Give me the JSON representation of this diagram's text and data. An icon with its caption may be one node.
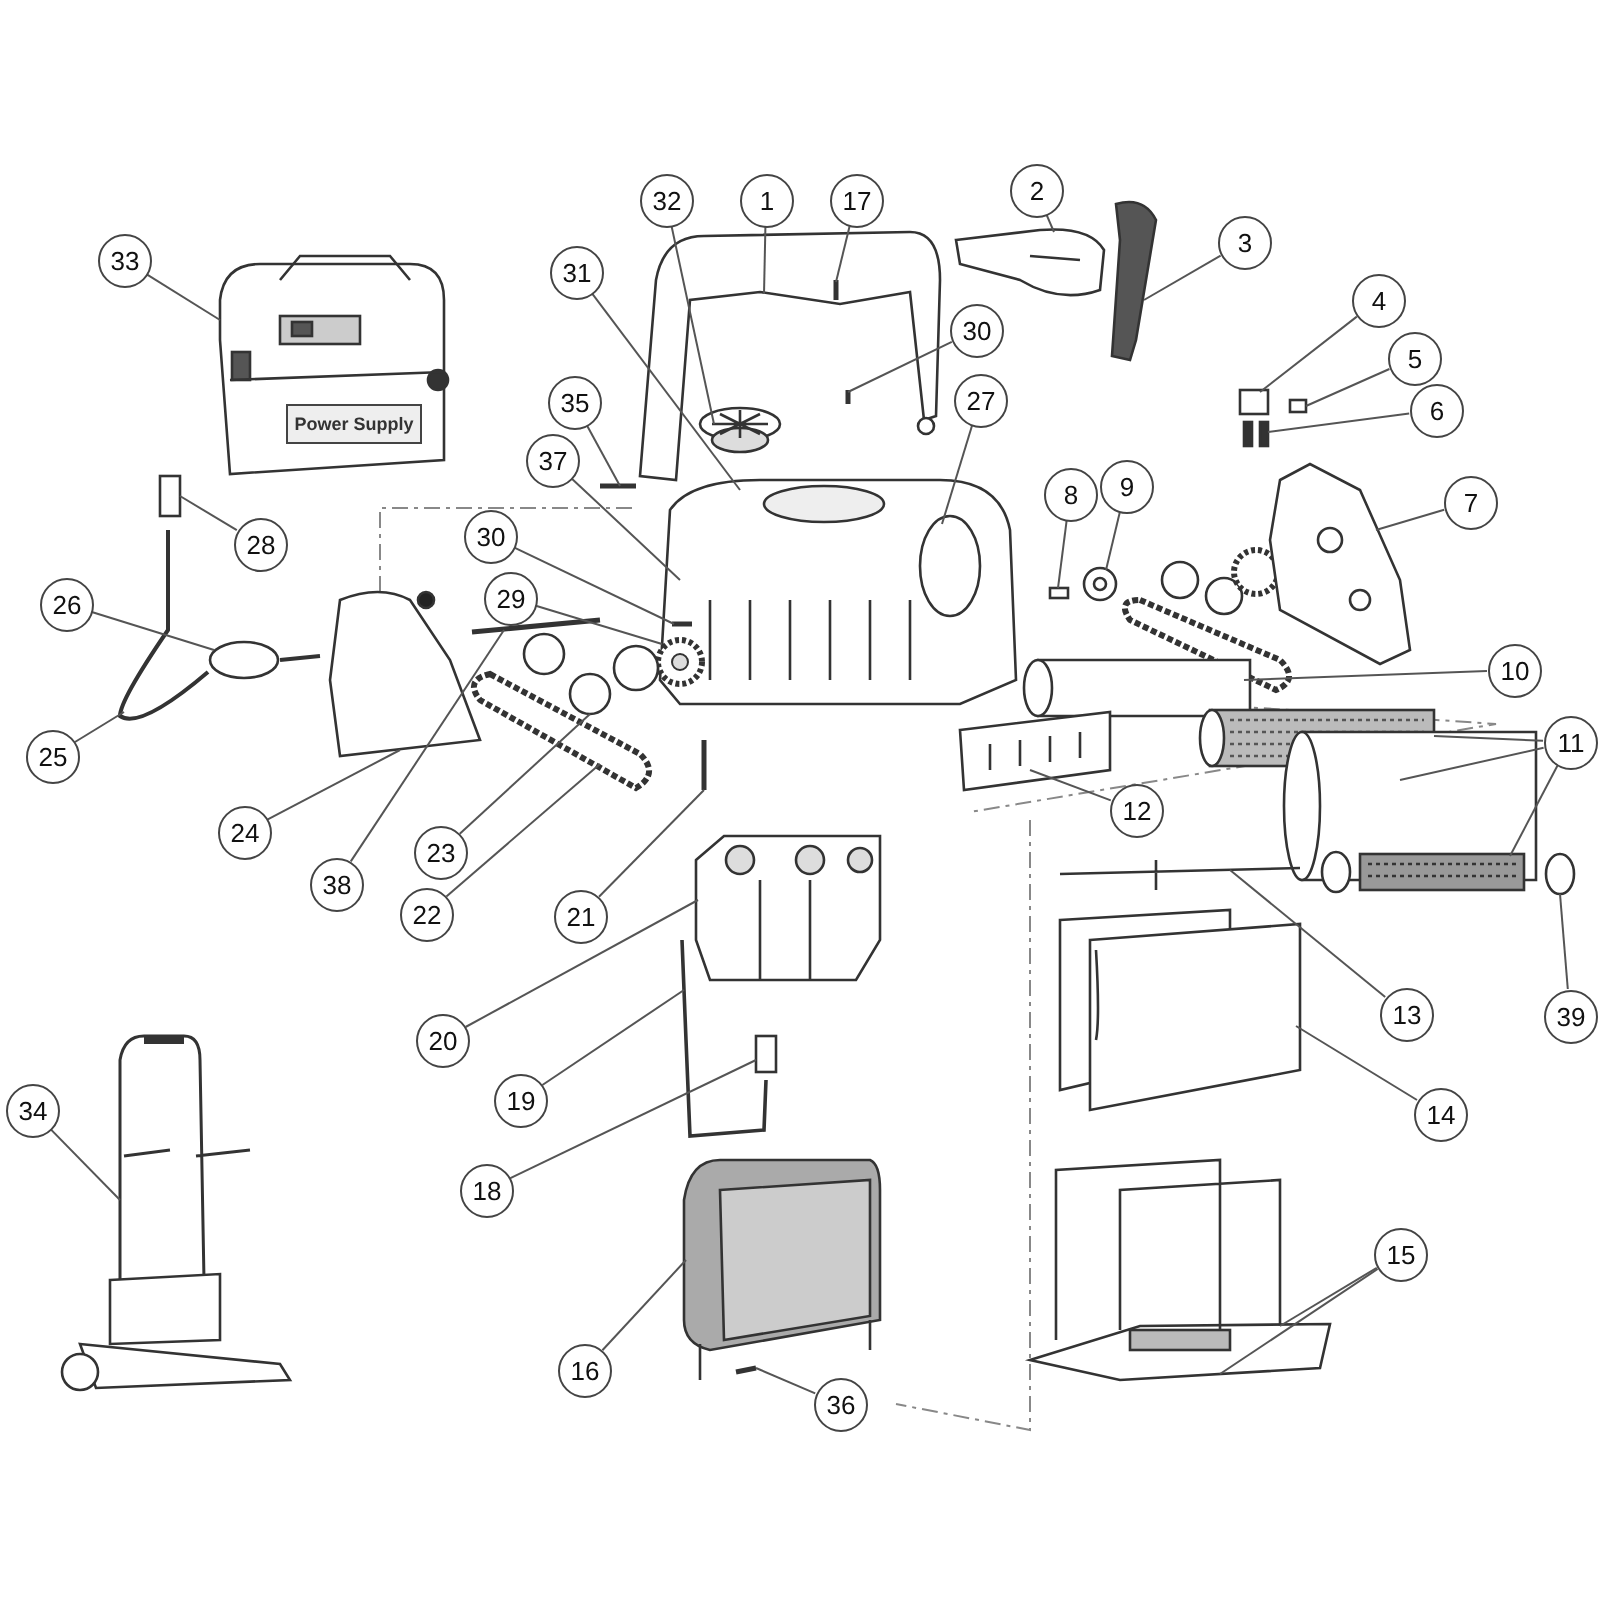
{
  "diagram": {
    "nodes": [
      {
        "text": [
          "32"
        ]
      },
      {
        "text": [
          "1"
        ]
      },
      {
        "text": [
          "17"
        ]
      },
      {
        "text": [
          "2"
        ]
      },
      {
        "text": [
          "3"
        ]
      },
      {
        "text": [
          "33"
        ]
      },
      {
        "text": [
          "30"
        ]
      },
      {
        "text": [
          "31"
        ]
      },
      {
        "text": [
          "4"
        ]
      },
      {
        "text": [
          "5"
        ]
      },
      {
        "text": [
          "35"
        ]
      },
      {
        "text": [
          "6"
        ]
      },
      {
        "text": [
          "37"
        ]
      },
      {
        "text": [
          "27"
        ]
      },
      {
        "text": [
          "8"
        ]
      },
      {
        "text": [
          "9"
        ]
      },
      {
        "text": [
          "7"
        ]
      },
      {
        "text": [
          "30"
        ]
      },
      {
        "text": [
          "28"
        ]
      },
      {
        "text": [
          "29"
        ]
      },
      {
        "text": [
          "26"
        ]
      },
      {
        "text": [
          "10"
        ]
      },
      {
        "text": [
          "11"
        ]
      },
      {
        "text": [
          "25"
        ]
      },
      {
        "text": [
          "12"
        ]
      },
      {
        "text": [
          "24"
        ]
      },
      {
        "text": [
          "38"
        ]
      },
      {
        "text": [
          "23"
        ]
      },
      {
        "text": [
          "22"
        ]
      },
      {
        "text": [
          "21"
        ]
      },
      {
        "text": [
          "39"
        ]
      },
      {
        "text": [
          "13"
        ]
      },
      {
        "text": [
          "20"
        ]
      },
      {
        "text": [
          "19"
        ]
      },
      {
        "text": [
          "14"
        ]
      },
      {
        "text": [
          "34"
        ]
      },
      {
        "text": [
          "18"
        ]
      },
      {
        "text": [
          "15"
        ]
      },
      {
        "text": [
          "16"
        ]
      },
      {
        "text": [
          "36"
        ]
      },
      {
        "text": [],
        "shape": "picture"
      },
      {
        "text": [],
        "shape": "picture"
      },
      {
        "text": [],
        "shape": "bar",
        "in": 41
      },
      {
        "text": [],
        "shape": "picture"
      },
      {
        "text": [],
        "shape": "picture"
      },
      {
        "text": [],
        "shape": "picture"
      },
      {
        "text": [],
        "shape": "bar"
      },
      {
        "text": [],
        "shape": "picture"
      },
      {
        "text": [],
        "shape": "box"
      },
      {
        "text": [],
        "shape": "box"
      },
      {
        "text": [],
        "shape": "bar"
      },
      {
        "text": [],
        "shape": "picture"
      },
      {
        "text": [],
        "shape": "circle",
        "in": 47
      },
      {
        "text": [],
        "shape": "box"
      },
      {
        "text": [],
        "shape": "picture"
      },
      {
        "text": [],
        "shape": "picture"
      },
      {
        "text": [],
        "shape": "bar",
        "in": 47
      },
      {
        "text": [],
        "shape": "picture",
        "in": 47
      },
      {
        "text": [],
        "shape": "box"
      },
      {
        "text": [],
        "shape": "circle",
        "in": 60
      },
      {
        "text": [],
        "shape": "picture"
      },
      {
        "text": [],
        "shape": "cylinder"
      },
      {
        "text": [],
        "shape": "picture"
      },
      {
        "text": [],
        "shape": "cylinder"
      },
      {
        "text": [],
        "shape": "picture"
      },
      {
        "text": [],
        "shape": "picture"
      },
      {
        "text": [],
        "shape": "picture"
      },
      {
        "text": [],
        "shape": "bar"
      },
      {
        "text": [],
        "shape": "picture"
      },
      {
        "text": [],
        "shape": "picture"
      },
      {
        "text": [],
        "shape": "bar"
      },
      {
        "text": [],
        "shape": "circle"
      },
      {
        "text": [],
        "shape": "picture"
      },
      {
        "text": [],
        "shape": "picture"
      },
      {
        "text": [],
        "shape": "picture"
      },
      {
        "text": [],
        "shape": "picture"
      },
      {
        "text": [],
        "shape": "picture"
      },
      {
        "text": [],
        "shape": "box"
      },
      {
        "text": [],
        "shape": "picture"
      },
      {
        "text": [],
        "shape": "picture"
      },
      {
        "text": [],
        "shape": "bar"
      }
    ],
    "edges": [
      {
        "from": 0,
        "to": 40,
        "arrow": "none"
      },
      {
        "from": 1,
        "to": 41,
        "arrow": "none"
      },
      {
        "from": 2,
        "to": 42,
        "arrow": "none"
      },
      {
        "from": 3,
        "to": 43,
        "arrow": "none"
      },
      {
        "from": 4,
        "to": 44,
        "arrow": "none"
      },
      {
        "from": 5,
        "to": 45,
        "arrow": "none"
      },
      {
        "from": 6,
        "to": 46,
        "arrow": "none"
      },
      {
        "from": 7,
        "to": 47,
        "arrow": "none"
      },
      {
        "from": 8,
        "to": 48,
        "arrow": "none"
      },
      {
        "from": 9,
        "to": 49,
        "arrow": "none"
      },
      {
        "from": 10,
        "to": 50,
        "arrow": "none"
      },
      {
        "from": 11,
        "to": 51,
        "arrow": "none"
      },
      {
        "from": 12,
        "to": 47,
        "arrow": "none"
      },
      {
        "from": 13,
        "to": 52,
        "arrow": "none"
      },
      {
        "from": 14,
        "to": 53,
        "arrow": "none"
      },
      {
        "from": 15,
        "to": 54,
        "arrow": "none"
      },
      {
        "from": 16,
        "to": 55,
        "arrow": "none"
      },
      {
        "from": 17,
        "to": 56,
        "arrow": "none"
      },
      {
        "from": 18,
        "to": 58,
        "arrow": "none"
      },
      {
        "from": 19,
        "to": 57,
        "arrow": "none"
      },
      {
        "from": 20,
        "to": 59,
        "arrow": "none"
      },
      {
        "from": 21,
        "to": 61,
        "arrow": "none"
      },
      {
        "from": 22,
        "to": 62,
        "arrow": "none"
      },
      {
        "from": 22,
        "to": 63,
        "arrow": "none"
      },
      {
        "from": 22,
        "to": 64,
        "arrow": "none"
      },
      {
        "from": 23,
        "to": 60,
        "arrow": "none"
      },
      {
        "from": 24,
        "to": 65,
        "arrow": "none"
      },
      {
        "from": 25,
        "to": 66,
        "arrow": "none"
      },
      {
        "from": 26,
        "to": 67,
        "arrow": "none"
      },
      {
        "from": 27,
        "to": 68,
        "arrow": "none"
      },
      {
        "from": 28,
        "to": 69,
        "arrow": "none"
      },
      {
        "from": 29,
        "to": 70,
        "arrow": "none"
      },
      {
        "from": 30,
        "to": 71,
        "arrow": "none"
      },
      {
        "from": 31,
        "to": 72,
        "arrow": "none"
      },
      {
        "from": 32,
        "to": 73,
        "arrow": "none"
      },
      {
        "from": 33,
        "to": 74,
        "arrow": "none"
      },
      {
        "from": 34,
        "to": 75,
        "arrow": "none"
      },
      {
        "from": 35,
        "to": 76,
        "arrow": "none"
      },
      {
        "from": 36,
        "to": 77,
        "arrow": "none"
      },
      {
        "from": 37,
        "to": 78,
        "arrow": "none"
      },
      {
        "from": 37,
        "to": 78,
        "arrow": "none"
      },
      {
        "from": 38,
        "to": 79,
        "arrow": "none"
      },
      {
        "from": 39,
        "to": 80,
        "arrow": "none"
      }
    ],
    "labels": [
      "Power Supply"
    ]
  }
}
